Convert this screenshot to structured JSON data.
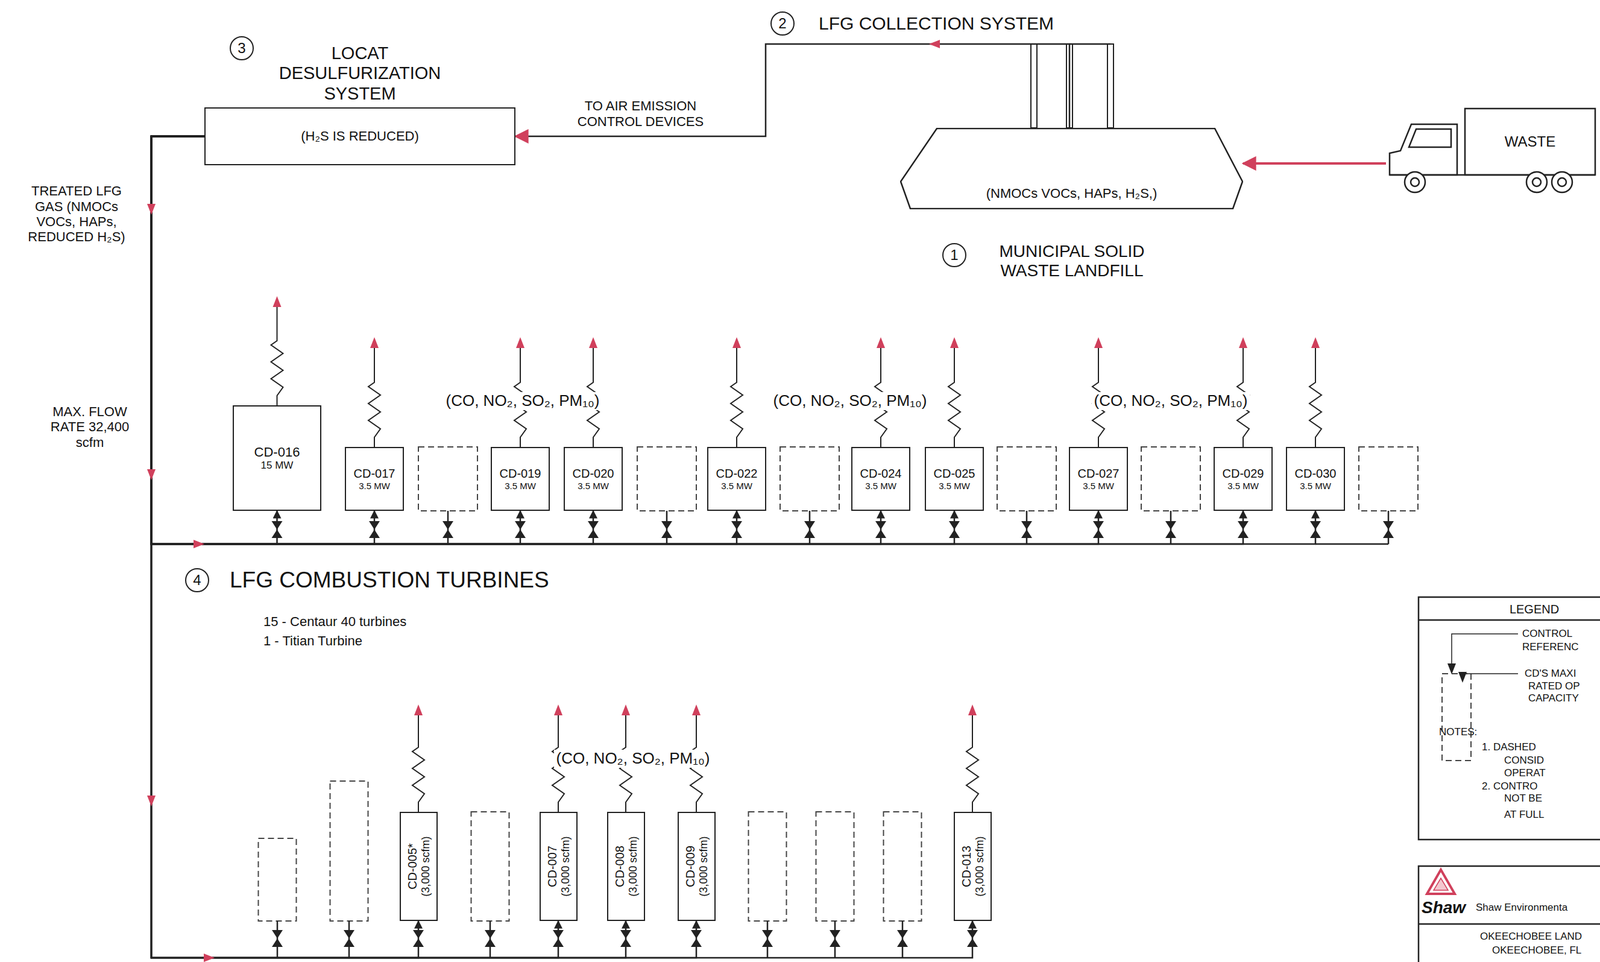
{
  "diagram": {
    "nodes": [
      {
        "text": [
          "LOCAT DESULFURIZATION SYSTEM",
          "(H₂S IS REDUCED)"
        ]
      },
      {
        "text": [
          "(NMOCs VOCs, HAPs, H₂S,)"
        ]
      },
      {
        "text": [
          "WASTE"
        ]
      },
      {
        "text": [
          "CD-016",
          "15 MW"
        ]
      },
      {
        "text": [
          "CD-017",
          "3.5 MW"
        ]
      },
      {
        "text": [
          "CD-019",
          "3.5 MW"
        ]
      },
      {
        "text": [
          "CD-020",
          "3.5 MW"
        ]
      },
      {
        "text": [
          "CD-022",
          "3.5 MW"
        ]
      },
      {
        "text": [
          "CD-024",
          "3.5 MW"
        ]
      },
      {
        "text": [
          "CD-025",
          "3.5 MW"
        ]
      },
      {
        "text": [
          "CD-027",
          "3.5 MW"
        ]
      },
      {
        "text": [
          "CD-029",
          "3.5 MW"
        ]
      },
      {
        "text": [
          "CD-030",
          "3.5 MW"
        ]
      },
      {
        "text": [
          "CD-005*",
          "(3,000 scfm)"
        ]
      },
      {
        "text": [
          "CD-007",
          "(3,000 scfm)"
        ]
      },
      {
        "text": [
          "CD-008",
          "(3,000 scfm)"
        ]
      },
      {
        "text": [
          "CD-009",
          "(3,000 scfm)"
        ]
      },
      {
        "text": [
          "CD-013",
          "(3,000 scfm)"
        ]
      }
    ],
    "edges": [
      {
        "from": 2,
        "to": 1,
        "arrow": "to"
      },
      {
        "from": 1,
        "to": 0,
        "label": "TO AIR EMISSION CONTROL DEVICES",
        "arrow": "to"
      },
      {
        "from": 0,
        "to": 3,
        "arrow": "to"
      },
      {
        "from": 0,
        "to": 4,
        "arrow": "to"
      },
      {
        "from": 0,
        "to": 5,
        "arrow": "to"
      },
      {
        "from": 0,
        "to": 6,
        "arrow": "to"
      },
      {
        "from": 0,
        "to": 7,
        "arrow": "to"
      },
      {
        "from": 0,
        "to": 8,
        "arrow": "to"
      },
      {
        "from": 0,
        "to": 9,
        "arrow": "to"
      },
      {
        "from": 0,
        "to": 10,
        "arrow": "to"
      },
      {
        "from": 0,
        "to": 11,
        "arrow": "to"
      },
      {
        "from": 0,
        "to": 12,
        "arrow": "to"
      },
      {
        "from": 0,
        "to": 13,
        "arrow": "to"
      },
      {
        "from": 0,
        "to": 14,
        "arrow": "to"
      },
      {
        "from": 0,
        "to": 15,
        "arrow": "to"
      },
      {
        "from": 0,
        "to": 16,
        "arrow": "to"
      },
      {
        "from": 0,
        "to": 17,
        "arrow": "to"
      }
    ],
    "labels": [
      "3",
      "LFG COLLECTION SYSTEM",
      "2",
      "1",
      "MUNICIPAL SOLID WASTE LANDFILL",
      "TREATED LFG GAS (NMOCs VOCs, HAPs, REDUCED H₂S)",
      "MAX. FLOW RATE 32,400 scfm",
      "(CO, NO₂, SO₂, PM₁₀)",
      "(CO, NO₂, SO₂, PM₁₀)",
      "(CO, NO₂, SO₂, PM₁₀)",
      "4",
      "LFG COMBUSTION TURBINES",
      "15 - Centaur 40 turbines",
      "1 - Titian Turbine",
      "(CO, NO₂, SO₂, PM₁₀)",
      "LEGEND",
      "CONTROL",
      "REFERENC",
      "CD'S MAXI",
      "RATED OP",
      "CAPACITY",
      "NOTES:",
      "1. DASHED",
      "CONSID",
      "OPERAT",
      "2. CONTRO",
      "NOT BE",
      "AT FULL",
      "Shaw",
      "Shaw Environmenta",
      "OKEECHOBEE LAND",
      "OKEECHOBEE, FL"
    ]
  }
}
